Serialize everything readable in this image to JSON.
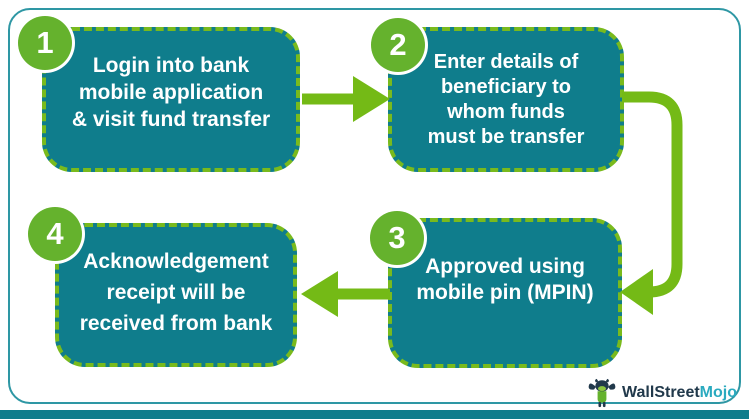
{
  "diagram": {
    "steps": [
      {
        "number": "1",
        "lines": [
          "Login into bank",
          "mobile application",
          "& visit fund transfer"
        ]
      },
      {
        "number": "2",
        "lines": [
          "Enter details of",
          "beneficiary to",
          "whom funds",
          "must be transfer"
        ]
      },
      {
        "number": "3",
        "lines": [
          "Approved using",
          "mobile pin (MPIN)"
        ]
      },
      {
        "number": "4",
        "lines": [
          "Acknowledgement",
          "receipt will be",
          "received from bank"
        ]
      }
    ],
    "arrows": [
      {
        "name": "step1-to-step2",
        "direction": "right"
      },
      {
        "name": "step2-to-step3",
        "direction": "elbow-down-left"
      },
      {
        "name": "step3-to-step4",
        "direction": "left"
      }
    ],
    "colors": {
      "box_fill": "#0f7d8c",
      "box_border_green": "#79ba1d",
      "badge_green": "#65b22d",
      "arrow_green": "#74ba16",
      "frame_border": "#2e97a4",
      "bottom_bar": "#0f7d8c",
      "text_white": "#ffffff",
      "logo_dark": "#21394b",
      "logo_teal": "#2aaabf"
    },
    "logo": {
      "text_primary": "WallStreet",
      "text_secondary": "Mojo"
    }
  }
}
